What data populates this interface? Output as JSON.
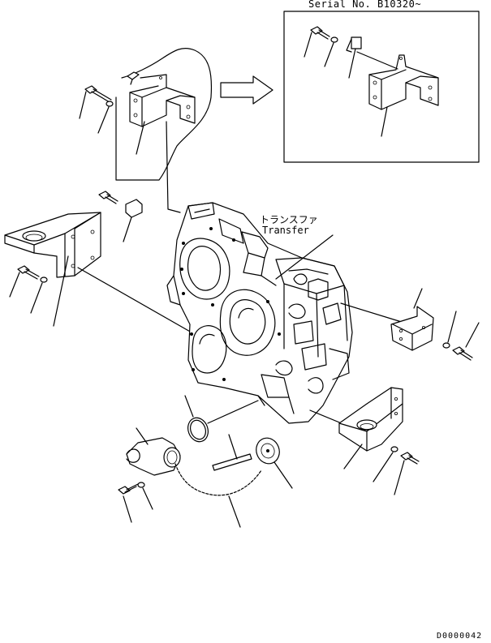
{
  "labels": {
    "serial": "Serial No. B10320~",
    "name_jp": "トランスファ",
    "name_en": "Transfer",
    "drawing_no": "D0000042"
  }
}
